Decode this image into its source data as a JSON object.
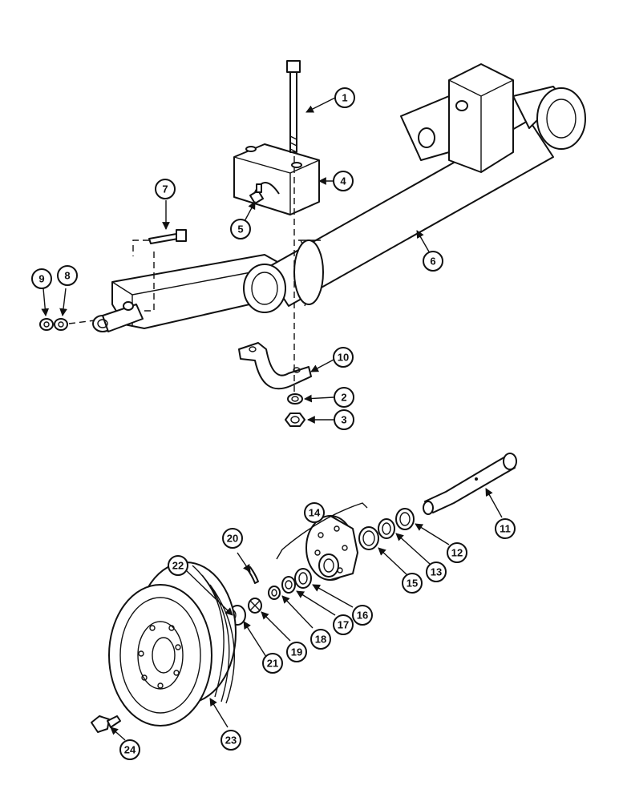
{
  "callouts": [
    {
      "label": "1"
    },
    {
      "label": "2"
    },
    {
      "label": "3"
    },
    {
      "label": "4"
    },
    {
      "label": "5"
    },
    {
      "label": "6"
    },
    {
      "label": "7"
    },
    {
      "label": "8"
    },
    {
      "label": "9"
    },
    {
      "label": "10"
    },
    {
      "label": "11"
    },
    {
      "label": "12"
    },
    {
      "label": "13"
    },
    {
      "label": "14"
    },
    {
      "label": "15"
    },
    {
      "label": "16"
    },
    {
      "label": "17"
    },
    {
      "label": "18"
    },
    {
      "label": "19"
    },
    {
      "label": "20"
    },
    {
      "label": "21"
    },
    {
      "label": "22"
    },
    {
      "label": "23"
    },
    {
      "label": "24"
    }
  ]
}
